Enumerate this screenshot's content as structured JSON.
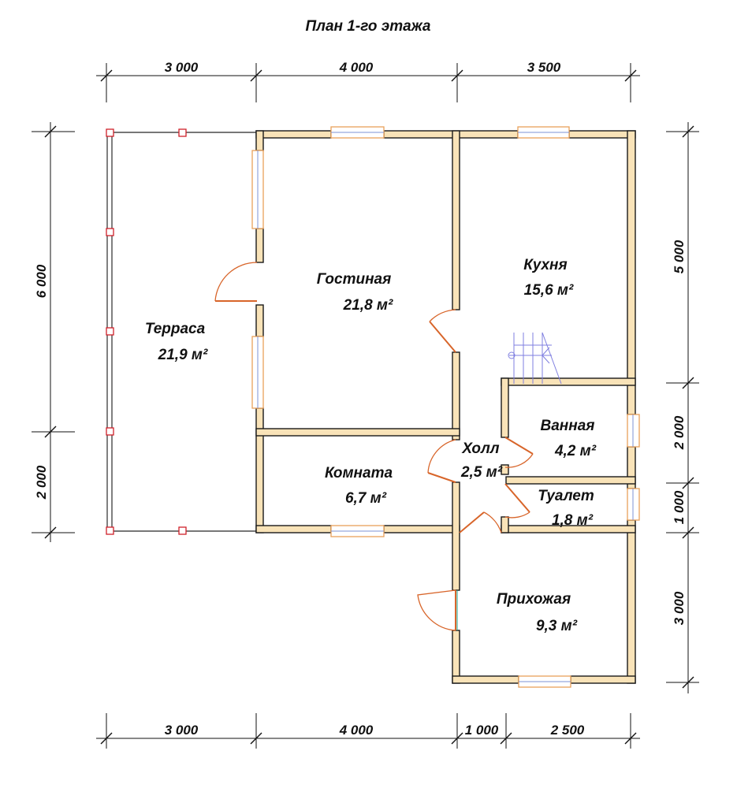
{
  "title": "План 1-го этажа",
  "dimensions": {
    "top": [
      "3 000",
      "4 000",
      "3 500"
    ],
    "bottom": [
      "3 000",
      "4 000",
      "1 000",
      "2 500"
    ],
    "left": [
      "6 000",
      "2 000"
    ],
    "right": [
      "5 000",
      "2 000",
      "1 000",
      "3 000"
    ]
  },
  "rooms": [
    {
      "name": "Терраса",
      "area": "21,9 м²"
    },
    {
      "name": "Гостиная",
      "area": "21,8 м²"
    },
    {
      "name": "Кухня",
      "area": "15,6 м²"
    },
    {
      "name": "Ванная",
      "area": "4,2 м²"
    },
    {
      "name": "Холл",
      "area": "2,5 м²"
    },
    {
      "name": "Комната",
      "area": "6,7 м²"
    },
    {
      "name": "Туалет",
      "area": "1,8 м²"
    },
    {
      "name": "Прихожая",
      "area": "9,3 м²"
    }
  ],
  "colors": {
    "wall_fill": "#f9e3b8",
    "wall_stroke": "#1a1a1a",
    "window_frame": "#e9a15a",
    "window_glass": "#7e93d6",
    "door": "#d8652a",
    "terrace_post": "#d0202a",
    "stair": "#7f7fe0"
  }
}
